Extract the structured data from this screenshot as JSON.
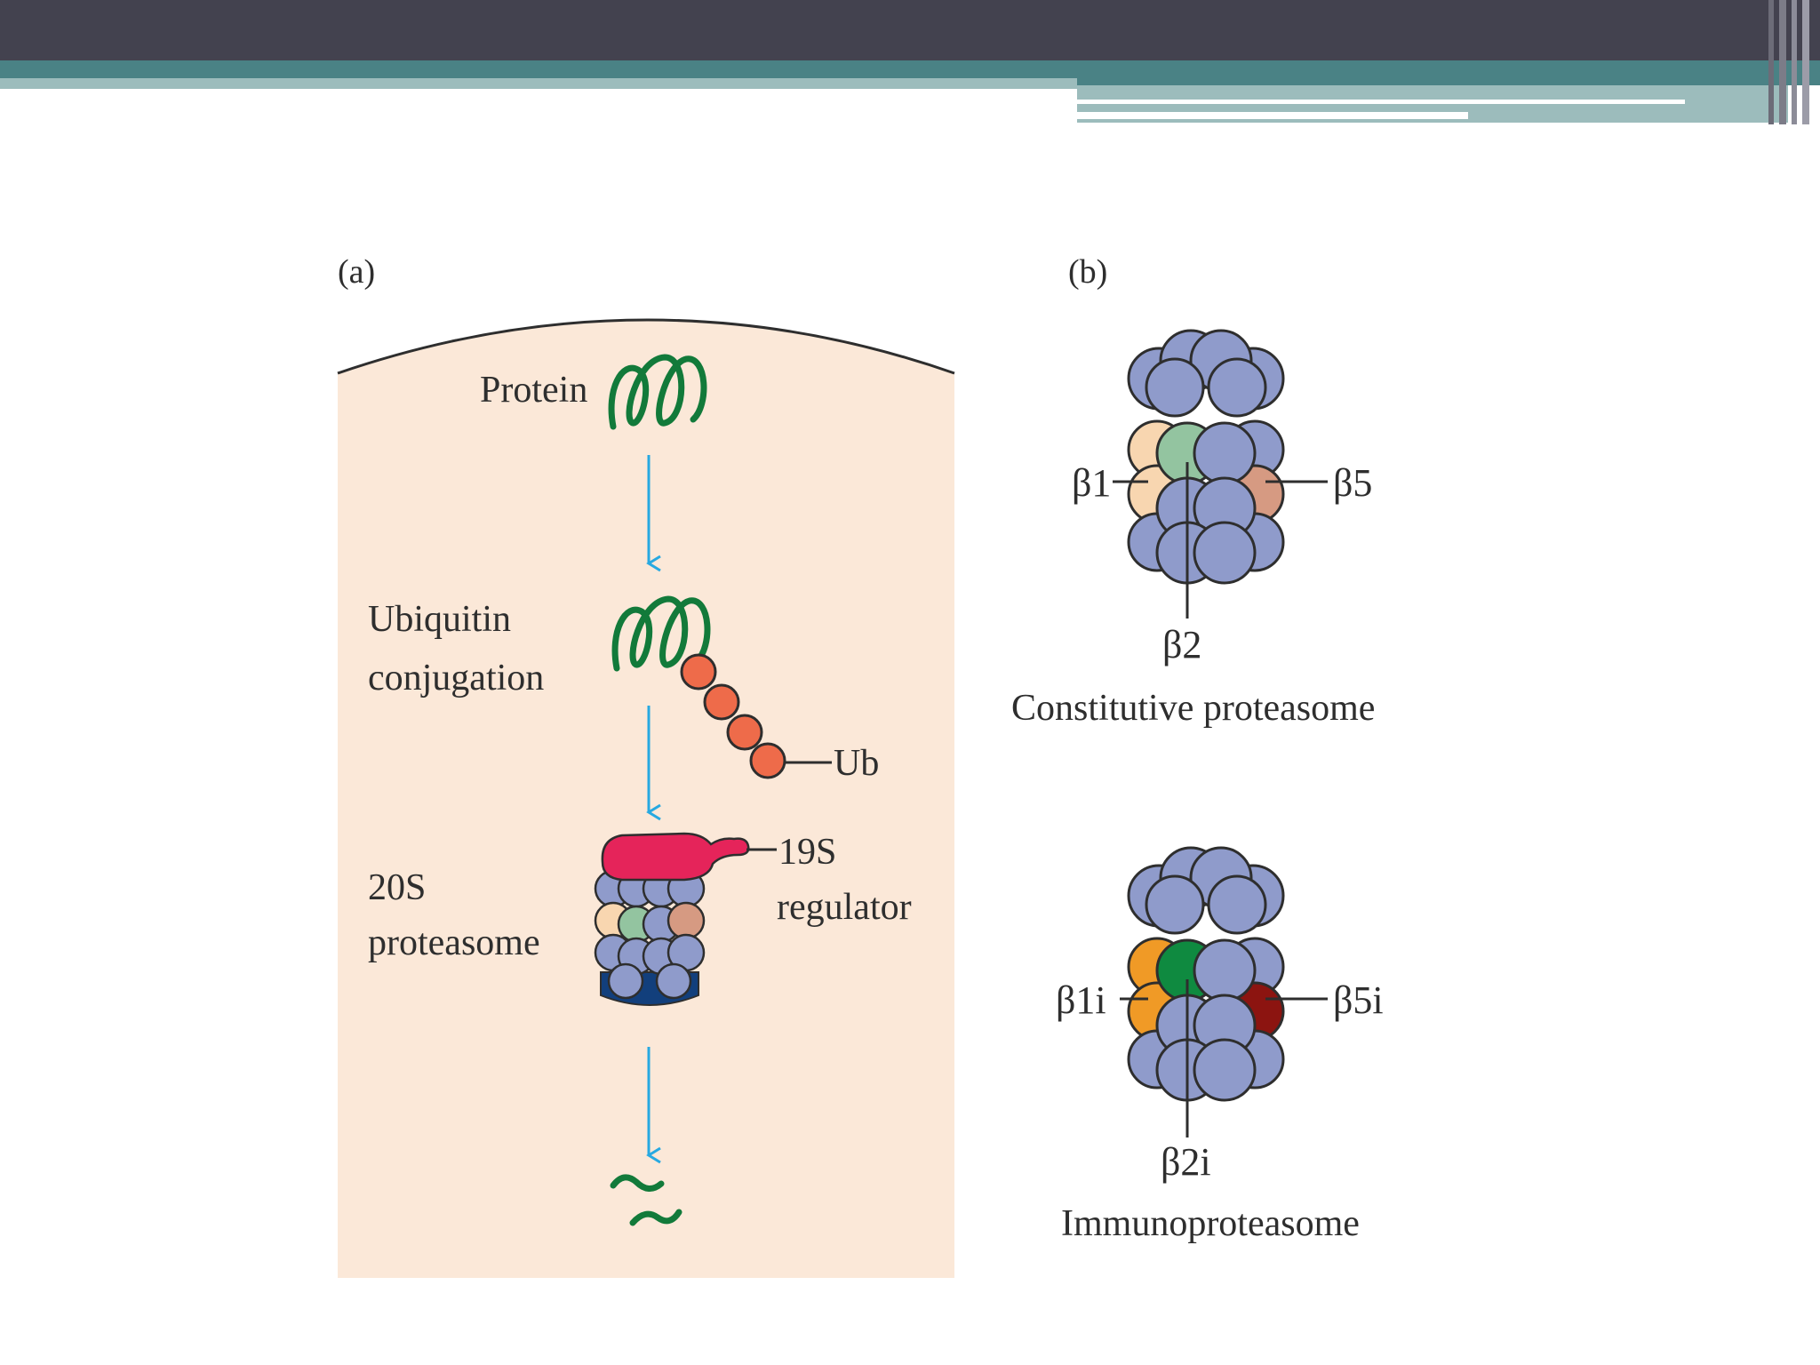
{
  "panel_a": {
    "label": "(a)",
    "protein": "Protein",
    "ubiquitin_line1": "Ubiquitin",
    "ubiquitin_line2": "conjugation",
    "ub": "Ub",
    "regulator_line1": "19S",
    "regulator_line2": "regulator",
    "proteasome_line1": "20S",
    "proteasome_line2": "proteasome"
  },
  "panel_b": {
    "label": "(b)",
    "constitutive": {
      "left_label": "β1",
      "right_label": "β5",
      "bottom_label": "β2",
      "caption": "Constitutive proteasome"
    },
    "immuno": {
      "left_label": "β1i",
      "right_label": "β5i",
      "bottom_label": "β2i",
      "caption": "Immunoproteasome"
    }
  },
  "colors": {
    "header_dark": "#43424f",
    "header_teal": "#4a8285",
    "header_light": "#9cbcbc",
    "cell_bg": "#fbe8d8",
    "arrow": "#27a9e1",
    "protein_green": "#127a3a",
    "ubiquitin": "#ee6b4a",
    "regulator": "#e5245a",
    "subunit": "#8f9bcb",
    "base_ring": "#123f7c",
    "beta1": "#f8d6b0",
    "beta2": "#93c4a0",
    "beta5": "#d69a82",
    "beta1i": "#f09a26",
    "beta2i": "#0f8a40",
    "beta5i": "#8c1410"
  }
}
